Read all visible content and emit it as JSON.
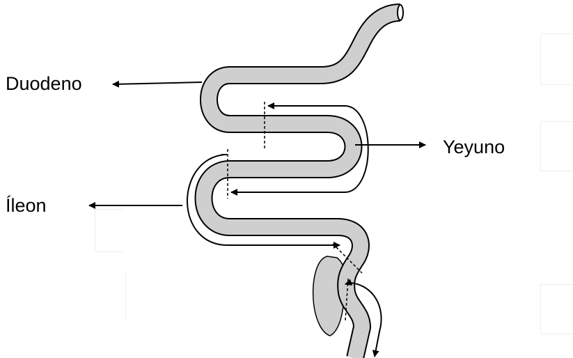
{
  "labels": {
    "duodeno": "Duodeno",
    "yeyuno": "Yeyuno",
    "ileon": "Íleon"
  },
  "colors": {
    "tube_fill": "#cfcfcf",
    "outline": "#000000",
    "background": "#ffffff"
  }
}
